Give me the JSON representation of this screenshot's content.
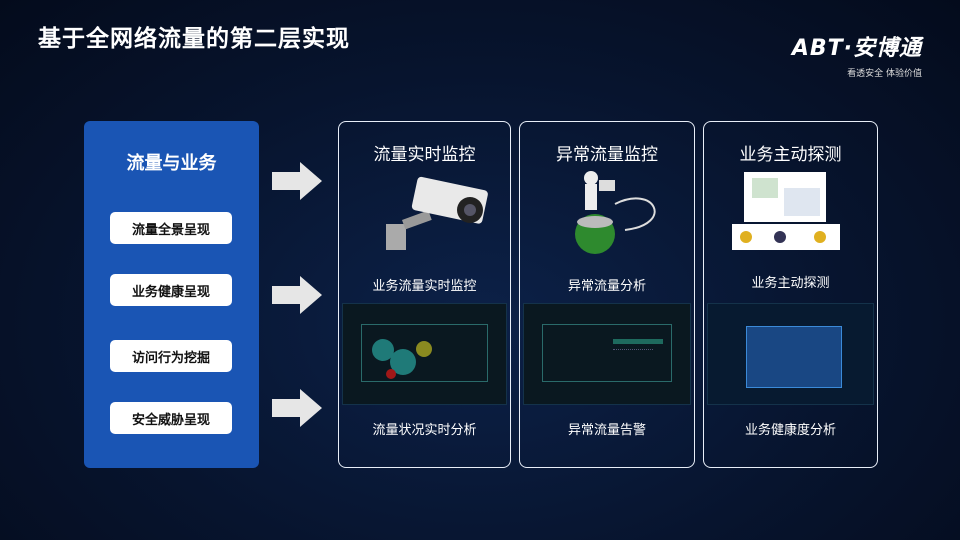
{
  "title": "基于全网络流量的第二层实现",
  "logo": {
    "brand": "ABT·安博通",
    "slogan": "看透安全  体验价值"
  },
  "left_panel": {
    "heading": "流量与业务",
    "items": [
      "流量全景呈现",
      "业务健康呈现",
      "访问行为挖掘",
      "安全威胁呈现"
    ]
  },
  "cards": [
    {
      "title": "流量实时监控",
      "subtitle": "业务流量实时监控",
      "bottom": "流量状况实时分析",
      "image": "camera-icon"
    },
    {
      "title": "异常流量监控",
      "subtitle": "异常流量分析",
      "bottom": "异常流量告警",
      "image": "globe-laptop-icon"
    },
    {
      "title": "业务主动探测",
      "subtitle": "业务主动探测",
      "bottom": "业务健康度分析",
      "image": "probe-diagram-icon"
    }
  ]
}
